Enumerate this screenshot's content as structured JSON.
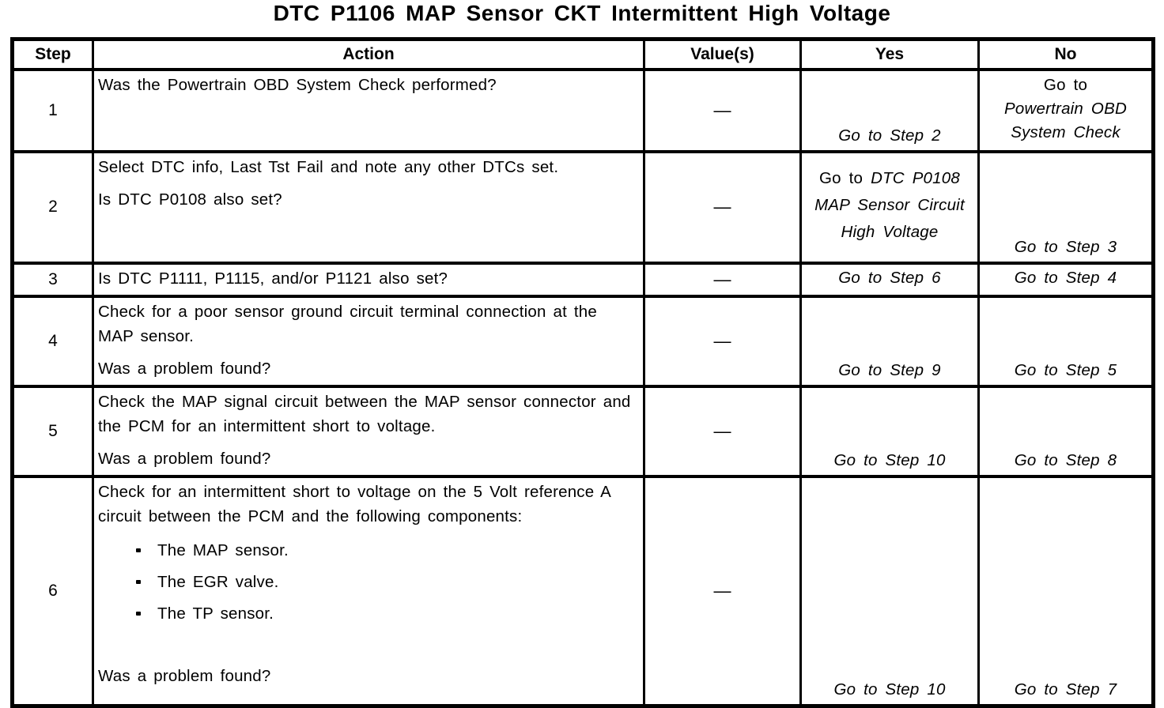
{
  "title": "DTC P1106 MAP Sensor CKT Intermittent High Voltage",
  "table": {
    "headers": {
      "step": "Step",
      "action": "Action",
      "values": "Value(s)",
      "yes": "Yes",
      "no": "No"
    },
    "rows": [
      {
        "step": "1",
        "action": [
          "Was the Powertrain OBD System Check performed?"
        ],
        "value": "—",
        "yes": {
          "text": "Go to Step 2"
        },
        "no": {
          "prefix": "Go to",
          "dest": "Powertrain OBD System Check"
        }
      },
      {
        "step": "2",
        "action": [
          "Select DTC info, Last Tst Fail and note any other DTCs set.",
          "Is DTC P0108 also set?"
        ],
        "value": "—",
        "yes": {
          "prefix": "Go to",
          "dest": "DTC P0108 MAP Sensor Circuit High Voltage"
        },
        "no": {
          "text": "Go to Step 3"
        }
      },
      {
        "step": "3",
        "action": [
          "Is DTC P1111, P1115, and/or P1121 also set?"
        ],
        "value": "—",
        "yes": {
          "text": "Go to Step 6"
        },
        "no": {
          "text": "Go to Step 4"
        }
      },
      {
        "step": "4",
        "action": [
          "Check for a poor sensor ground circuit terminal connection at the MAP sensor.",
          "Was a problem found?"
        ],
        "value": "—",
        "yes": {
          "text": "Go to Step 9"
        },
        "no": {
          "text": "Go to Step 5"
        }
      },
      {
        "step": "5",
        "action": [
          "Check the MAP signal circuit between the MAP sensor connector and the PCM for an intermittent short to voltage.",
          "Was a problem found?"
        ],
        "value": "—",
        "yes": {
          "text": "Go to Step 10"
        },
        "no": {
          "text": "Go to Step 8"
        }
      },
      {
        "step": "6",
        "action": [
          "Check for an intermittent short to voltage on the 5 Volt reference A circuit between the PCM and the following components:"
        ],
        "bullets": [
          "The MAP sensor.",
          "The EGR valve.",
          "The TP sensor."
        ],
        "question": "Was a problem found?",
        "value": "—",
        "yes": {
          "text": "Go to Step 10"
        },
        "no": {
          "text": "Go to Step 7"
        }
      }
    ]
  }
}
